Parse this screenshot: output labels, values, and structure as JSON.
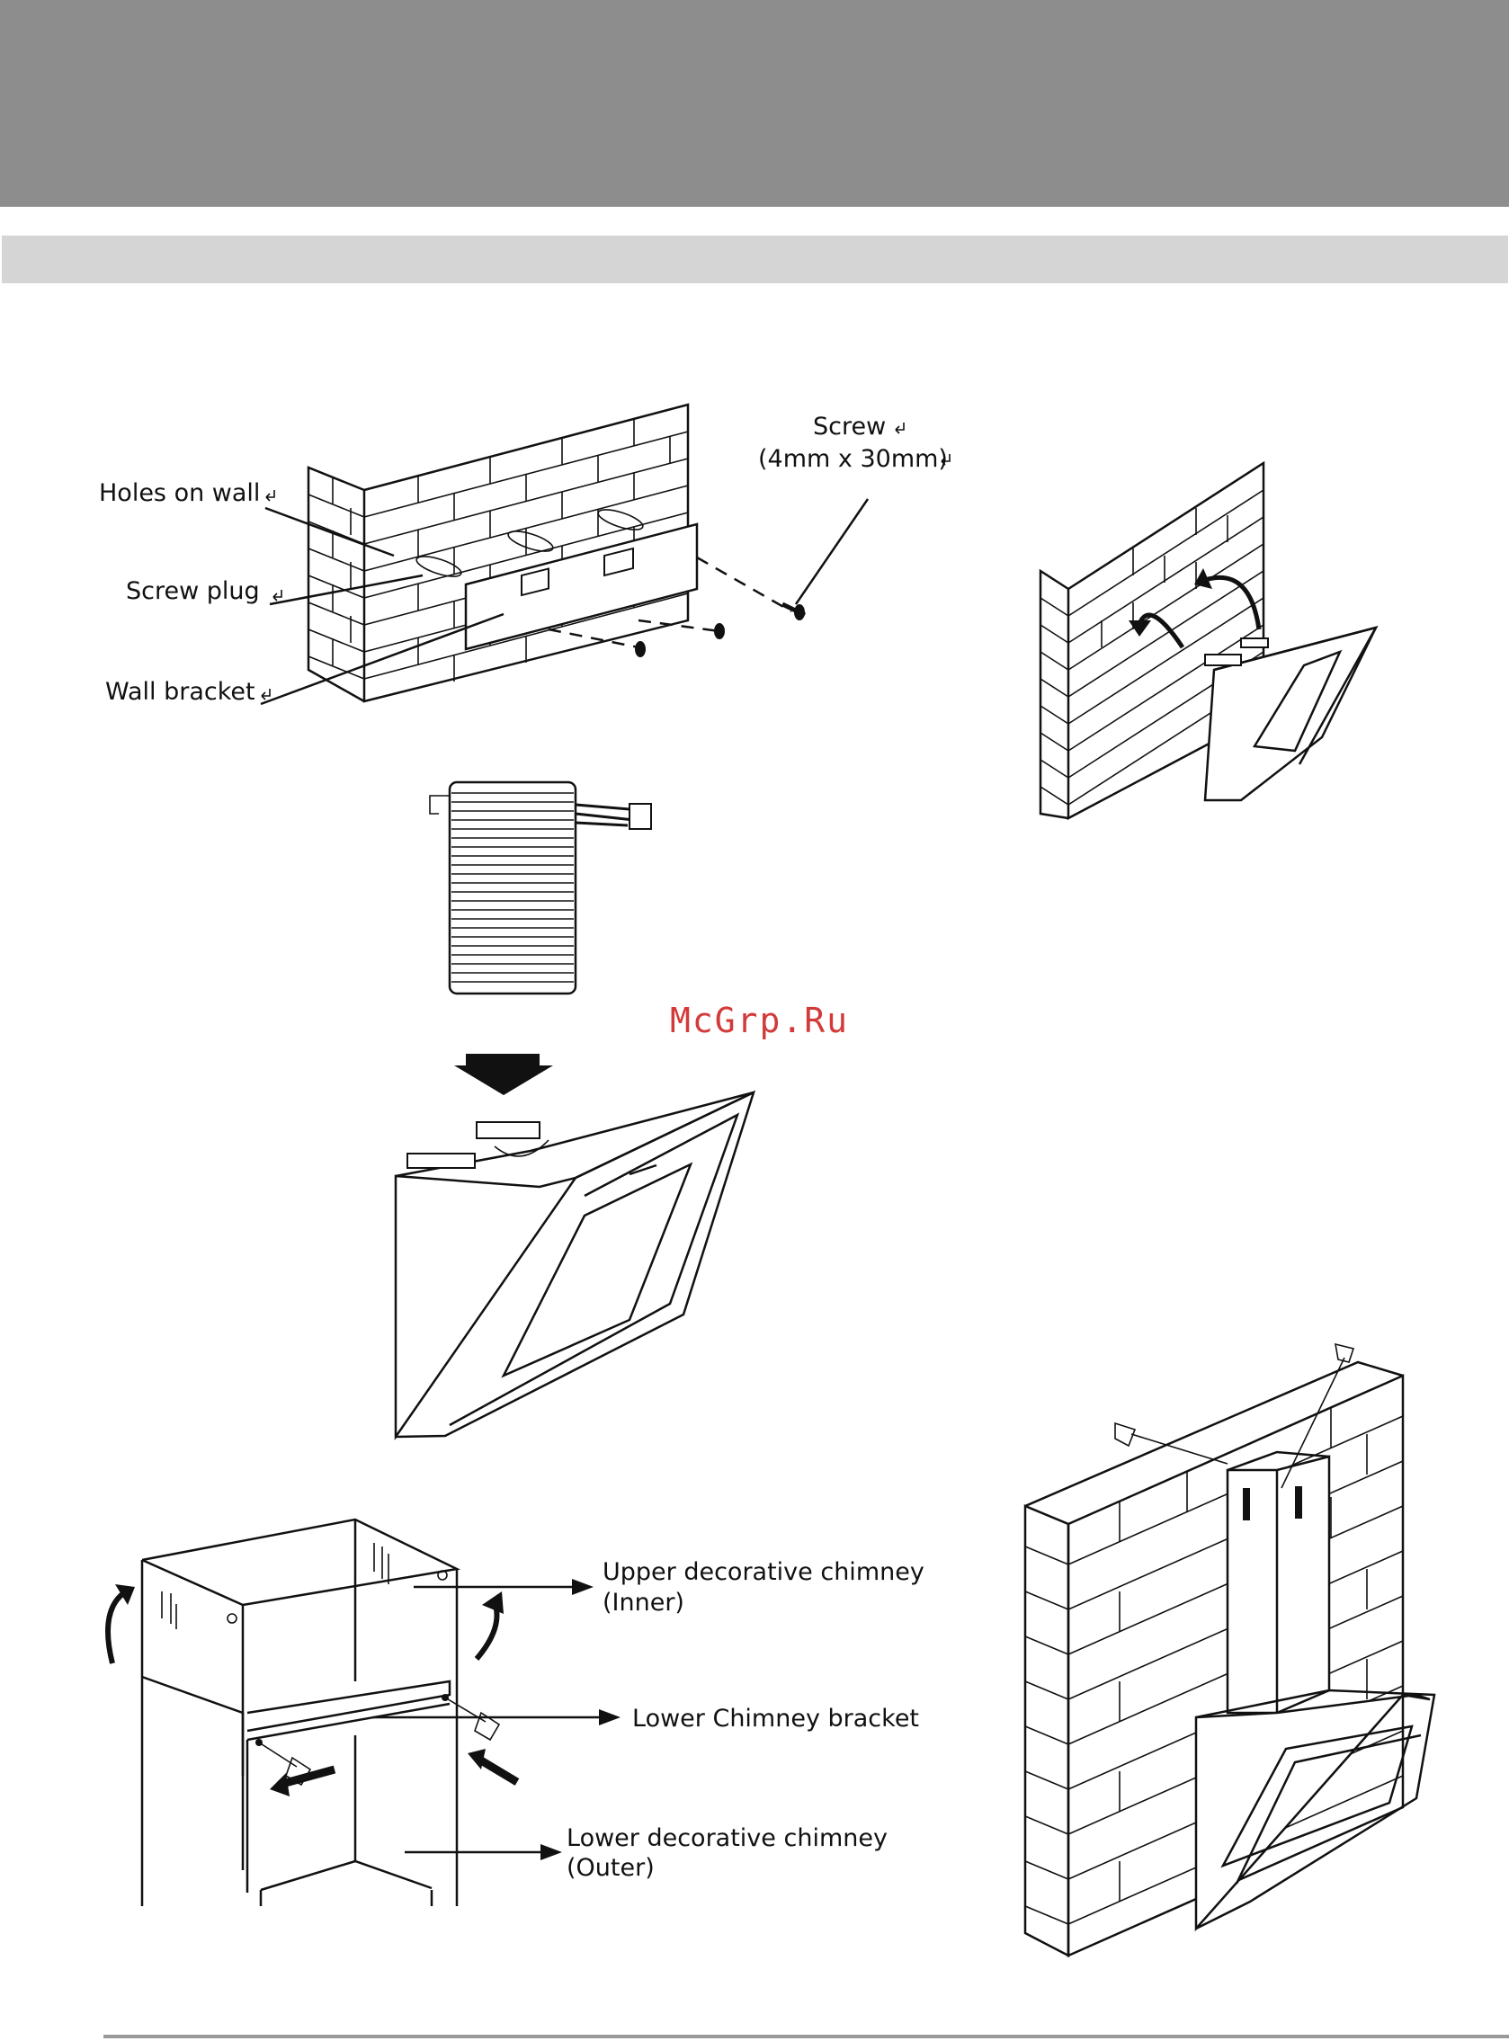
{
  "figure1": {
    "label_holes": "Holes on wall",
    "label_plug": "Screw plug",
    "label_bracket": "Wall bracket",
    "label_screw": "Screw",
    "label_screw_size": "(4mm x 30mm)"
  },
  "watermark": "McGrp.Ru",
  "figure3": {
    "label_upper_1": "Upper decorative chimney",
    "label_upper_2": "(Inner)",
    "label_lower_bracket": "Lower Chimney bracket",
    "label_lower_1": "Lower decorative chimney",
    "label_lower_2": "(Outer)"
  },
  "icons": [
    "return-arrow-icon",
    "push-arrow-icon",
    "curved-arrow-icon",
    "screw-icon",
    "light-bulb-icon"
  ],
  "colors": {
    "header": "#8e8d8e",
    "subheader": "#d6d5d6",
    "watermark": "#d33a3a",
    "line": "#111111"
  }
}
